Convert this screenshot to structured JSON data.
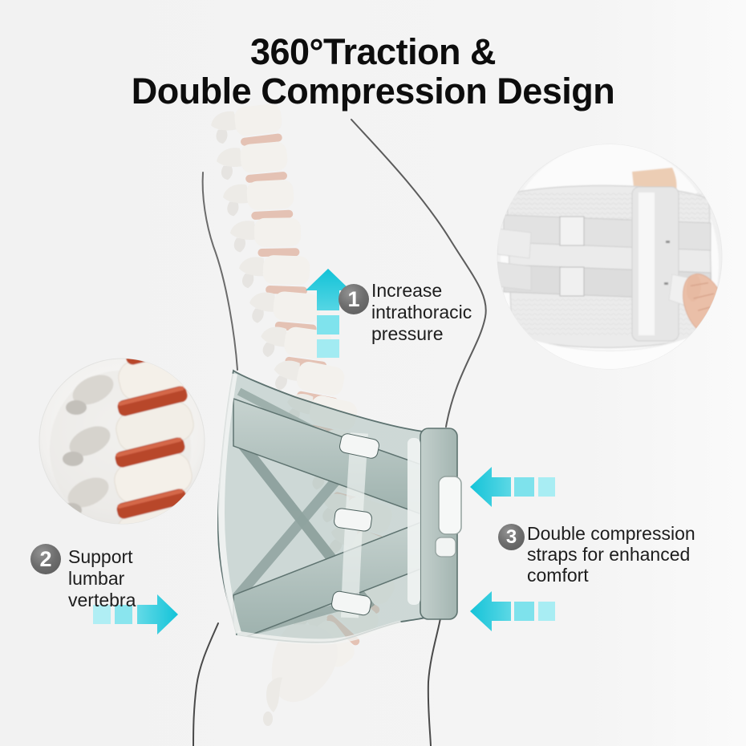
{
  "title": {
    "line1": "360°Traction &",
    "line2": "Double Compression Design"
  },
  "callouts": [
    {
      "number": "1",
      "lines": [
        "Increase",
        "intrathoracic",
        "pressure"
      ]
    },
    {
      "number": "2",
      "lines": [
        "Support",
        "lumbar",
        "vertebra"
      ]
    },
    {
      "number": "3",
      "lines": [
        "Double compression",
        "straps for enhanced",
        "comfort"
      ]
    }
  ],
  "icons": {
    "traction_arrow": "arrow-up-segmented",
    "support_arrow": "arrow-right-segmented",
    "compression_arrow_top": "arrow-left-segmented",
    "compression_arrow_bottom": "arrow-left-segmented"
  },
  "figures": {
    "main_illustration": "side-torso-with-spine-and-lumbar-brace",
    "inset_left": "lumbar-vertebrae-discs-closeup",
    "inset_top_right": "back-brace-product-photo"
  },
  "colors": {
    "background": "#f3f3f3",
    "accent_cyan": "#1fc6d9",
    "accent_cyan_light": "#a9edf3",
    "badge_gray": "#6a6a6a",
    "brace_sage": "#a9bcb8",
    "disc_red": "#b8462c",
    "title_text": "#0d0d0d",
    "body_text": "#1d1d1d"
  }
}
